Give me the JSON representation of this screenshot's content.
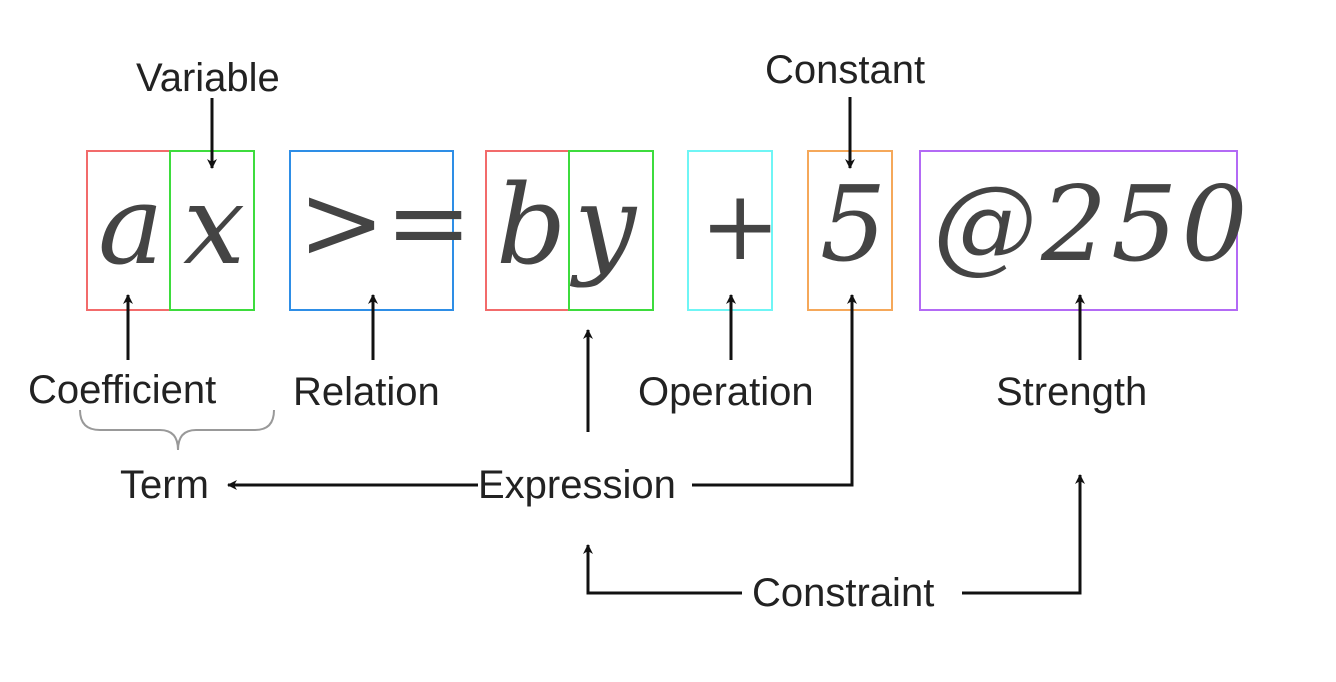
{
  "equation": {
    "a": "a",
    "x": "x",
    "relation": ">=",
    "b": "b",
    "y": "y",
    "op": "+",
    "constant": "5",
    "strength": "@250"
  },
  "labels": {
    "variable": "Variable",
    "constant": "Constant",
    "coefficient": "Coefficient",
    "relation": "Relation",
    "operation": "Operation",
    "strength": "Strength",
    "term": "Term",
    "expression": "Expression",
    "constraint": "Constraint"
  },
  "colors": {
    "coefficient_box": "#f26b6b",
    "variable_box": "#3ddc3d",
    "relation_box": "#2e8ee6",
    "operation_box": "#6ff5f5",
    "constant_box": "#f5a85a",
    "strength_box": "#b36af5",
    "arrow": "#111111",
    "brace": "#999999"
  }
}
